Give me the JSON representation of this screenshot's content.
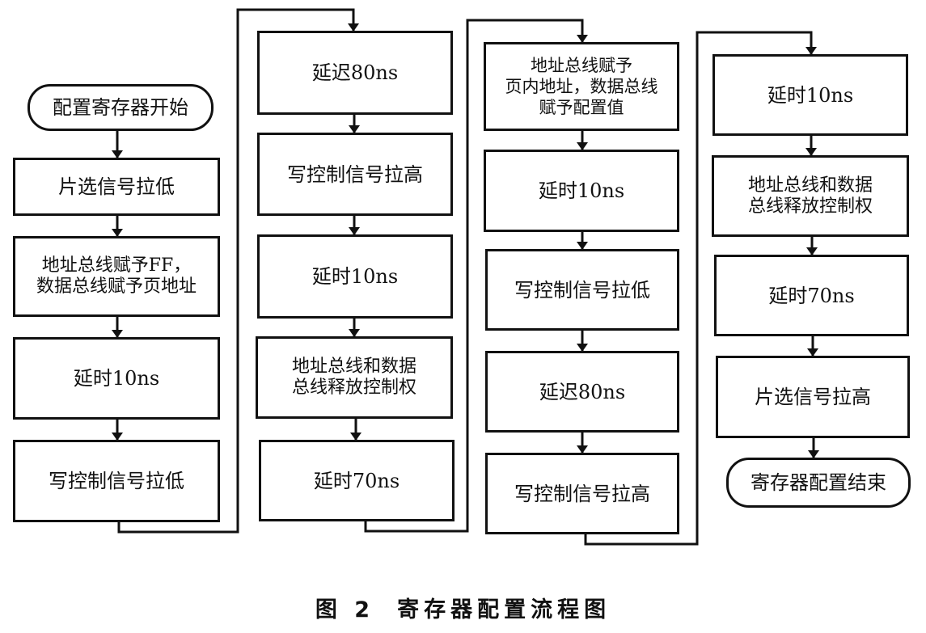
{
  "columns": [
    {
      "nodes": [
        {
          "id": "n1",
          "type": "terminal",
          "label": "配置寄存器开始"
        },
        {
          "id": "n2",
          "type": "process",
          "label": "片选信号拉低"
        },
        {
          "id": "n3",
          "type": "process",
          "label": "地址总线赋予FF，\n数据总线赋予页地址"
        },
        {
          "id": "n4",
          "type": "process",
          "label": "延时10ns"
        },
        {
          "id": "n5",
          "type": "process",
          "label": "写控制信号拉低"
        }
      ]
    },
    {
      "nodes": [
        {
          "id": "n6",
          "type": "process",
          "label": "延迟80ns"
        },
        {
          "id": "n7",
          "type": "process",
          "label": "写控制信号拉高"
        },
        {
          "id": "n8",
          "type": "process",
          "label": "延时10ns"
        },
        {
          "id": "n9",
          "type": "process",
          "label": "地址总线和数据\n总线释放控制权"
        },
        {
          "id": "n10",
          "type": "process",
          "label": "延时70ns"
        }
      ]
    },
    {
      "nodes": [
        {
          "id": "n11",
          "type": "process",
          "label": "地址总线赋予\n页内地址，数据总线\n赋予配置值"
        },
        {
          "id": "n12",
          "type": "process",
          "label": "延时10ns"
        },
        {
          "id": "n13",
          "type": "process",
          "label": "写控制信号拉低"
        },
        {
          "id": "n14",
          "type": "process",
          "label": "延迟80ns"
        },
        {
          "id": "n15",
          "type": "process",
          "label": "写控制信号拉高"
        }
      ]
    },
    {
      "nodes": [
        {
          "id": "n16",
          "type": "process",
          "label": "延时10ns"
        },
        {
          "id": "n17",
          "type": "process",
          "label": "地址总线和数据\n总线释放控制权"
        },
        {
          "id": "n18",
          "type": "process",
          "label": "延时70ns"
        },
        {
          "id": "n19",
          "type": "process",
          "label": "片选信号拉高"
        },
        {
          "id": "n20",
          "type": "terminal",
          "label": "寄存器配置结束"
        }
      ]
    }
  ],
  "edges": [
    [
      "n1",
      "n2"
    ],
    [
      "n2",
      "n3"
    ],
    [
      "n3",
      "n4"
    ],
    [
      "n4",
      "n5"
    ],
    [
      "n5",
      "n6"
    ],
    [
      "n6",
      "n7"
    ],
    [
      "n7",
      "n8"
    ],
    [
      "n8",
      "n9"
    ],
    [
      "n9",
      "n10"
    ],
    [
      "n10",
      "n11"
    ],
    [
      "n11",
      "n12"
    ],
    [
      "n12",
      "n13"
    ],
    [
      "n13",
      "n14"
    ],
    [
      "n14",
      "n15"
    ],
    [
      "n15",
      "n16"
    ],
    [
      "n16",
      "n17"
    ],
    [
      "n17",
      "n18"
    ],
    [
      "n18",
      "n19"
    ],
    [
      "n19",
      "n20"
    ]
  ],
  "caption": {
    "figure_number": "图 2",
    "title": "寄存器配置流程图"
  }
}
